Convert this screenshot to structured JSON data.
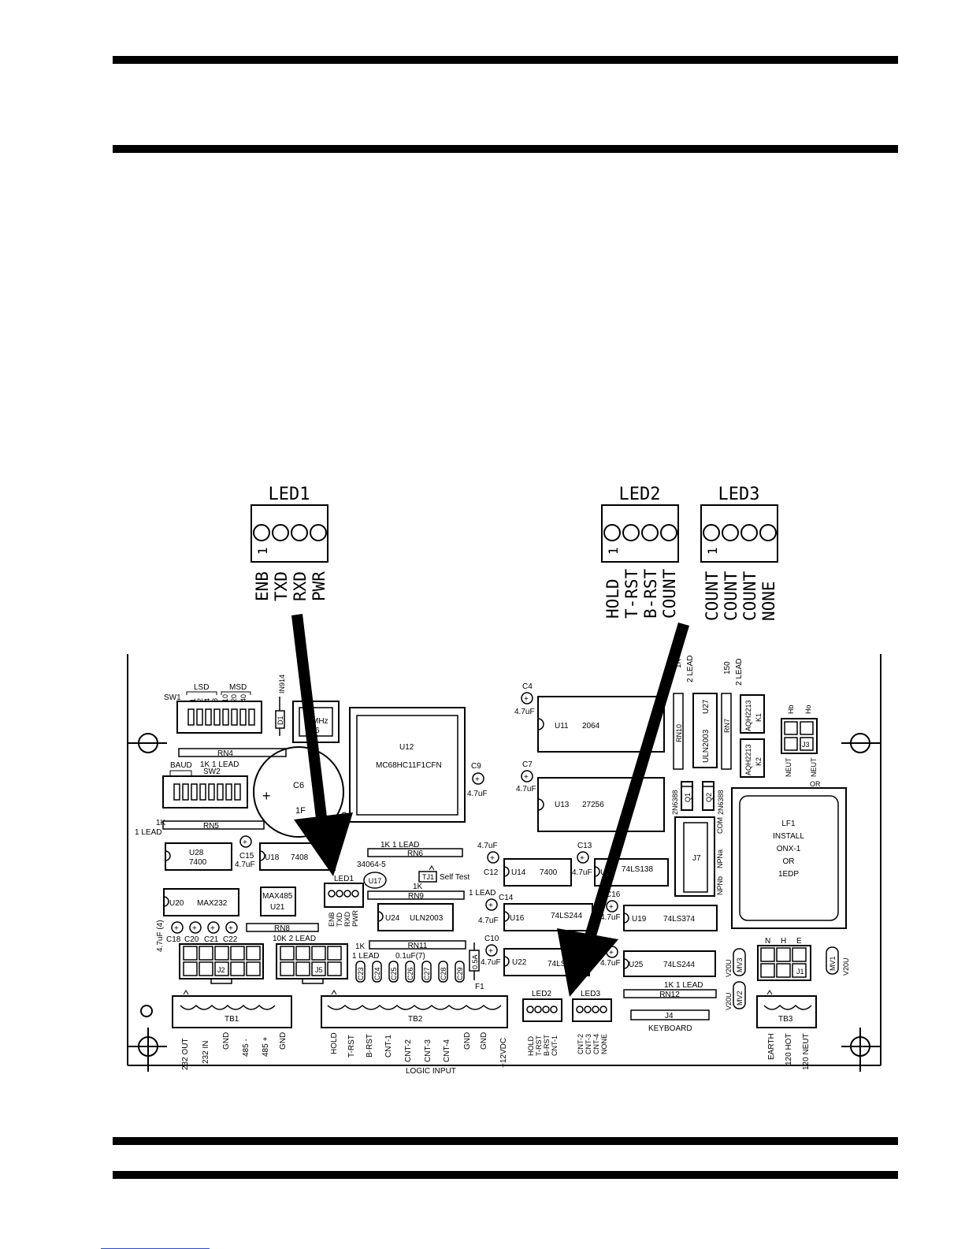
{
  "callouts": [
    {
      "title": "LED1",
      "pin1": "1",
      "signals": [
        "ENB",
        "TXD",
        "RXD",
        "PWR"
      ]
    },
    {
      "title": "LED2",
      "pin1": "1",
      "signals": [
        "HOLD",
        "T-RST",
        "B-RST",
        "COUNT"
      ]
    },
    {
      "title": "LED3",
      "pin1": "1",
      "signals": [
        "COUNT",
        "COUNT",
        "COUNT",
        "NONE"
      ]
    }
  ],
  "board": {
    "sw1": {
      "ref": "SW1",
      "lsd": "LSD",
      "msd": "MSD",
      "bits": [
        "1",
        "2",
        "4",
        "8",
        "10",
        "20",
        "40"
      ],
      "diode": "IN914",
      "diode_ref": "D1"
    },
    "crystal": {
      "a": "MHz",
      "b": "6"
    },
    "rn4": "RN4",
    "rn4_note": "1K 1 LEAD",
    "baud": "BAUD",
    "sw2": "SW2",
    "c6": {
      "ref": "C6",
      "val": "1F",
      "plus": "+"
    },
    "rn5": "RN5",
    "rn5_note_a": "1K",
    "rn5_note_b": "1 LEAD",
    "u12": {
      "ref": "U12",
      "part": "MC68HC11F1CFN"
    },
    "c9": {
      "ref": "C9",
      "val": "4.7uF"
    },
    "c4": {
      "ref": "C4",
      "val": "4.7uF"
    },
    "c7": {
      "ref": "C7",
      "val": "4.7uF"
    },
    "u11": {
      "ref": "U11",
      "part": "2064"
    },
    "u13": {
      "ref": "U13",
      "part": "27256"
    },
    "rn10": {
      "ref": "RN10",
      "a": "1K",
      "b": "2 LEAD"
    },
    "u27": {
      "ref": "U27",
      "part": "ULN2003"
    },
    "rn7": {
      "ref": "RN7",
      "a": "150",
      "b": "2 LEAD"
    },
    "k1": {
      "ref": "K1",
      "part": "AQH2213"
    },
    "k2": {
      "ref": "K2",
      "part": "AQH2213"
    },
    "j3": {
      "ref": "J3",
      "hb": "Hb",
      "ho": "Ho",
      "neut1": "NEUT",
      "neut2": "NEUT",
      "or": "OR"
    },
    "q1": {
      "ref": "Q1",
      "part": "2N6388"
    },
    "q2": {
      "ref": "Q2",
      "part": "2N6388"
    },
    "lf1": [
      "LF1",
      "INSTALL",
      "ONX-1",
      "OR",
      "1EDP"
    ],
    "j7": {
      "ref": "J7",
      "com": "COM",
      "npna": "NPNa",
      "npnb": "NPNb"
    },
    "u28": {
      "ref": "U28",
      "part": "7400"
    },
    "c15": {
      "ref": "C15",
      "val": "4.7uF"
    },
    "u18": {
      "ref": "U18",
      "part": "7408"
    },
    "rn6": {
      "ref": "RN6",
      "note": "1K   1 LEAD"
    },
    "u17": {
      "ref": "U17",
      "part": "34064-5"
    },
    "tj1": {
      "ref": "TJ1",
      "note": "Self Test"
    },
    "rn9": {
      "ref": "RN9",
      "a": "1K",
      "b": "1 LEAD"
    },
    "led1_board": {
      "ref": "LED1",
      "pins": [
        "ENB",
        "TXD",
        "RXD",
        "PWR"
      ]
    },
    "c12": {
      "ref": "C12",
      "val": "4.7uF"
    },
    "u14": {
      "ref": "U14",
      "part": "7400"
    },
    "c13": {
      "ref": "C13",
      "val": "4.7uF"
    },
    "u15": {
      "ref": "U15",
      "part": "74LS138"
    },
    "u20": {
      "ref": "U20",
      "part": "MAX232"
    },
    "u21": {
      "ref": "U21",
      "part": "MAX485"
    },
    "c14": {
      "ref": "C14",
      "val": "4.7uF"
    },
    "u24": {
      "ref": "U24",
      "part": "ULN2003"
    },
    "u16": {
      "ref": "U16",
      "part": "74LS244"
    },
    "c16": {
      "ref": "C16",
      "val": "4.7uF"
    },
    "u19": {
      "ref": "U19",
      "part": "74LS374"
    },
    "caps_left": {
      "note": "4.7uF (4)",
      "refs": [
        "C18",
        "C20",
        "C21",
        "C22"
      ]
    },
    "rn8": {
      "ref": "RN8",
      "note": "10K  2 LEAD"
    },
    "rn11": {
      "ref": "RN11",
      "a": "1K",
      "b": "1 LEAD",
      "c": "0.1uF(7)"
    },
    "caps_mid": [
      "C23",
      "C24",
      "C25",
      "C26",
      "C27",
      "C28",
      "C29"
    ],
    "f1": {
      "ref": "F1",
      "val": "0.5A"
    },
    "c10": {
      "ref": "C10",
      "val": "4.7uF"
    },
    "u22": {
      "ref": "U22",
      "part": "74LS"
    },
    "c17": {
      "val": "4.7uF"
    },
    "u25": {
      "ref": "U25",
      "part": "74LS244"
    },
    "mv3": {
      "ref": "MV3",
      "val": "V20U"
    },
    "j1": {
      "ref": "J1",
      "n": "N",
      "h": "H",
      "e": "E"
    },
    "mv1": {
      "ref": "MV1",
      "val": "V20U"
    },
    "j2": "J2",
    "j5": "J5",
    "led2_board": "LED2",
    "led3_board": "LED3",
    "rn12": {
      "ref": "RN12",
      "note": "1K   1 LEAD"
    },
    "mv2": {
      "ref": "MV2",
      "val": "V20U"
    },
    "j4": {
      "ref": "J4",
      "label": "KEYBOARD"
    },
    "tb1": {
      "ref": "TB1",
      "pins": [
        "232 OUT",
        "232 IN",
        "GND",
        "485 -",
        "485 +",
        "GND"
      ]
    },
    "tb2": {
      "ref": "TB2",
      "pins": [
        "HOLD",
        "T-RST",
        "B-RST",
        "CNT-1",
        "CNT-2",
        "CNT-3",
        "CNT-4",
        "GND",
        "GND",
        "+12VDC"
      ],
      "caption": "LOGIC INPUT"
    },
    "led2_pins": [
      "HOLD",
      "T-RST",
      "B-RST",
      "CNT-1"
    ],
    "led3_pins": [
      "CNT-2",
      "CNT-3",
      "CNT-4",
      "NONE"
    ],
    "tb3": {
      "ref": "TB3",
      "pins": [
        "EARTH",
        "120 HOT",
        "120 NEUT"
      ]
    }
  }
}
